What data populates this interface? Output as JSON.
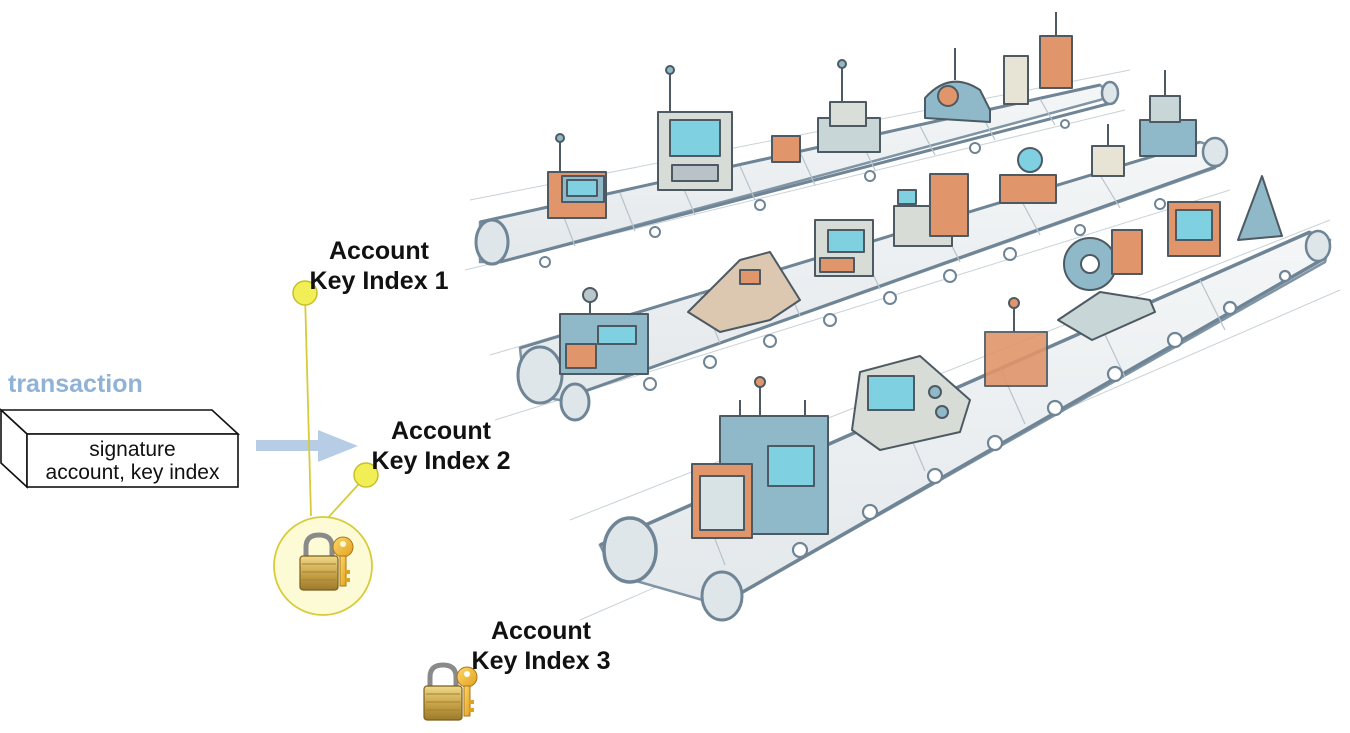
{
  "transaction": {
    "title": "transaction",
    "line1": "signature",
    "line2": "account, key index"
  },
  "keys": [
    {
      "line1": "Account",
      "line2": "Key Index 1"
    },
    {
      "line1": "Account",
      "line2": "Key Index 2"
    },
    {
      "line1": "Account",
      "line2": "Key Index 3"
    }
  ],
  "colors": {
    "accent_blue": "#8fb2d6",
    "arrow": "#b7cde6",
    "node_fill": "#f2ee55",
    "node_stroke": "#c8c02a",
    "link_line": "#d6cc3a",
    "conveyor": "#8fa6b8",
    "machine_blue": "#8fb9c9",
    "machine_orange": "#e0956a",
    "machine_screen": "#7fd0e0"
  },
  "icons": [
    "padlock-key-icon",
    "conveyor-factory-illustration"
  ]
}
